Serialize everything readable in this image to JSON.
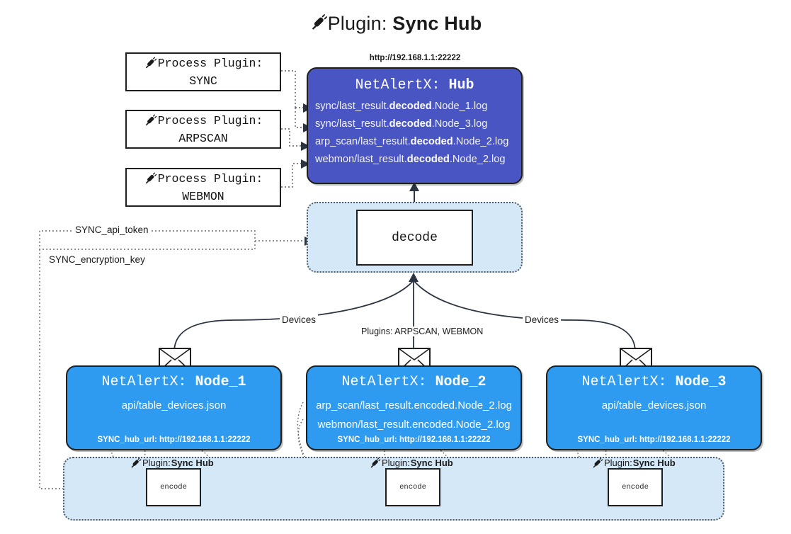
{
  "title": {
    "icon": "plug-icon",
    "prefix": "Plugin: ",
    "name": "Sync Hub"
  },
  "process_plugins": [
    {
      "icon": "plug-icon",
      "line1": "Process Plugin:",
      "line2": "SYNC"
    },
    {
      "icon": "plug-icon",
      "line1": "Process Plugin:",
      "line2": "ARPSCAN"
    },
    {
      "icon": "plug-icon",
      "line1": "Process Plugin:",
      "line2": "WEBMON"
    }
  ],
  "hub": {
    "url": "http://192.168.1.1:22222",
    "title_prefix": "NetAlertX: ",
    "title_name": "Hub",
    "logs": [
      {
        "pre": "sync/last_result.",
        "em": "decoded",
        "post": ".Node_1.log"
      },
      {
        "pre": "sync/last_result.",
        "em": "decoded",
        "post": ".Node_3.log"
      },
      {
        "pre": "arp_scan/last_result.",
        "em": "decoded",
        "post": ".Node_2.log"
      },
      {
        "pre": "webmon/last_result.",
        "em": "decoded",
        "post": ".Node_2.log"
      }
    ]
  },
  "decode": {
    "label": "decode"
  },
  "settings": {
    "api_token": "SYNC_api_token",
    "encryption_key": "SYNC_encryption_key"
  },
  "edge_labels": {
    "devices_left": "Devices",
    "devices_right": "Devices",
    "plugins_center": "Plugins: ARPSCAN, WEBMON"
  },
  "nodes": [
    {
      "title_prefix": "NetAlertX: ",
      "title_name": "Node_1",
      "lines": [
        "api/table_devices.json"
      ],
      "footer": "SYNC_hub_url: http://192.168.1.1:22222",
      "envelope_icon": "envelope-icon"
    },
    {
      "title_prefix": "NetAlertX: ",
      "title_name": "Node_2",
      "lines": [
        "arp_scan/last_result.encoded.Node_2.log",
        "webmon/last_result.encoded.Node_2.log"
      ],
      "footer": "SYNC_hub_url: http://192.168.1.1:22222",
      "envelope_icon": "envelope-icon"
    },
    {
      "title_prefix": "NetAlertX: ",
      "title_name": "Node_3",
      "lines": [
        "api/table_devices.json"
      ],
      "footer": "SYNC_hub_url: http://192.168.1.1:22222",
      "envelope_icon": "envelope-icon"
    }
  ],
  "encoders": [
    {
      "icon": "plug-icon",
      "label_prefix": "Plugin: ",
      "label_name": "Sync Hub",
      "box": "encode"
    },
    {
      "icon": "plug-icon",
      "label_prefix": "Plugin: ",
      "label_name": "Sync Hub",
      "box": "encode"
    },
    {
      "icon": "plug-icon",
      "label_prefix": "Plugin: ",
      "label_name": "Sync Hub",
      "box": "encode"
    }
  ],
  "colors": {
    "hub_fill": "#4a55c4",
    "node_fill": "#2e9bf0",
    "zone_fill": "#d5e8f8",
    "stroke": "#1f1f1f"
  }
}
